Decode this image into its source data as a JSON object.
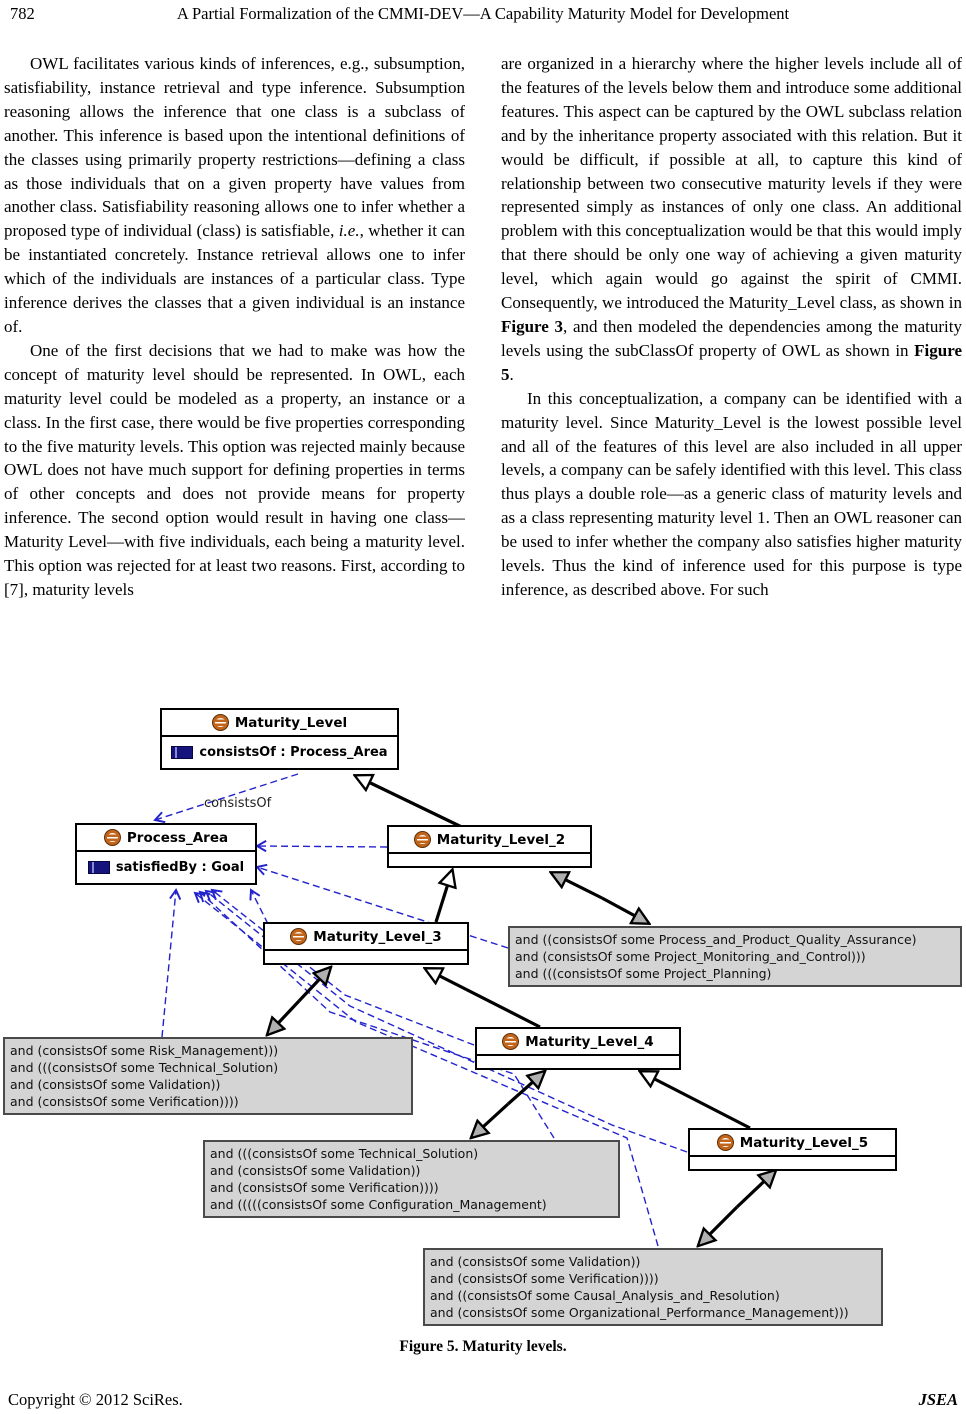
{
  "header": {
    "page_number": "782",
    "running_title": "A Partial Formalization of the CMMI-DEV—A Capability Maturity Model for Development"
  },
  "article": {
    "columns": [
      {
        "paragraphs": [
          {
            "indent": true,
            "segments": [
              {
                "t": "OWL facilitates various kinds of inferences, e.g., subsumption, satisfiability, instance retrieval and type inference. Subsumption reasoning allows the inference that one class is a subclass of another. This inference is based upon the intentional definitions of the classes using primarily property restrictions—defining a class as those individuals that on a given property have values from another class. Satisfiability reasoning allows one to infer whether a proposed type of individual (class) is satisfiable, "
              },
              {
                "t": "i.e.",
                "s": "i"
              },
              {
                "t": ", whether it can be instantiated concretely. Instance retrieval allows one to infer which of the individuals are instances of a particular class. Type inference derives the classes that a given individual is an instance of."
              }
            ]
          },
          {
            "indent": true,
            "segments": [
              {
                "t": "One of the first decisions that we had to make was how the concept of maturity level should be represented. In OWL, each maturity level could be modeled as a property, an instance or a class. In the first case, there would be five properties corresponding to the five maturity levels. This option was rejected mainly because OWL does not have much support for defining properties in terms of other concepts and does not provide means for property inference. The second option would result in having one class—Maturity Level—with five individuals, each being a maturity level. This option was rejected for at least two reasons. First, according to [7], maturity levels"
              }
            ]
          }
        ]
      },
      {
        "paragraphs": [
          {
            "indent": false,
            "segments": [
              {
                "t": "are organized in a hierarchy where the higher levels include all of the features of the levels below them and introduce some additional features. This aspect can be captured by the OWL subclass relation and by the inheritance property associated with this relation. But it would be difficult, if possible at all, to capture this kind of relationship between two consecutive maturity levels if they were represented simply as instances of only one class. An additional problem with this conceptualization would be that this would imply that there should be only one way of achieving a given maturity level, which again would go against the spirit of CMMI. Consequently, we introduced the Maturity_Level class, as shown in "
              },
              {
                "t": "Figure 3",
                "s": "b"
              },
              {
                "t": ", and then modeled the dependencies among the maturity levels using the subClassOf property of OWL as shown in "
              },
              {
                "t": "Figure 5",
                "s": "b"
              },
              {
                "t": "."
              }
            ]
          },
          {
            "indent": true,
            "segments": [
              {
                "t": "In this conceptualization, a company can be identified with a maturity level. Since Maturity_Level is the lowest possible level and all of the features of this level are also included in all upper levels, a company can be safely identified with this level. This class thus plays a double role—as a generic class of maturity levels and as a class representing maturity level 1. Then an OWL reasoner can be used to infer whether the company also satisfies higher maturity levels. Thus the kind of inference used for this purpose is type inference, as described above. For such"
              }
            ]
          }
        ]
      }
    ]
  },
  "figure": {
    "edge_label": "consistsOf",
    "nodes": {
      "maturity_level": {
        "title": "Maturity_Level",
        "property": "consistsOf : Process_Area"
      },
      "process_area": {
        "title": "Process_Area",
        "property": "satisfiedBy : Goal"
      },
      "ml2": {
        "title": "Maturity_Level_2"
      },
      "ml3": {
        "title": "Maturity_Level_3"
      },
      "ml4": {
        "title": "Maturity_Level_4"
      },
      "ml5": {
        "title": "Maturity_Level_5"
      }
    },
    "constraints": {
      "ml2": {
        "lines": [
          "and ((consistsOf some Process_and_Product_Quality_Assurance)",
          "and (consistsOf some Project_Monitoring_and_Control)))",
          "and (((consistsOf some Project_Planning)"
        ]
      },
      "ml3": {
        "lines": [
          "and (consistsOf some Risk_Management)))",
          "and (((consistsOf some Technical_Solution)",
          "and (consistsOf some Validation))",
          "and (consistsOf some Verification))))"
        ]
      },
      "ml4": {
        "lines": [
          "and (((consistsOf some Technical_Solution)",
          "and (consistsOf some Validation))",
          "and (consistsOf some Verification))))",
          "and (((((consistsOf some Configuration_Management)"
        ]
      },
      "ml5": {
        "lines": [
          "and (consistsOf some Validation))",
          "and (consistsOf some Verification))))",
          "and ((consistsOf some Causal_Analysis_and_Resolution)",
          "and (consistsOf some Organizational_Performance_Management)))"
        ]
      }
    },
    "caption": "Figure 5. Maturity levels."
  },
  "footer": {
    "copyright": "Copyright © 2012 SciRes.",
    "journal": "JSEA"
  },
  "colors": {
    "edge_blue": "#2323cd",
    "class_icon": "#c2651b",
    "property_icon": "#14147c",
    "constraint_bg": "#d4d4d4"
  }
}
